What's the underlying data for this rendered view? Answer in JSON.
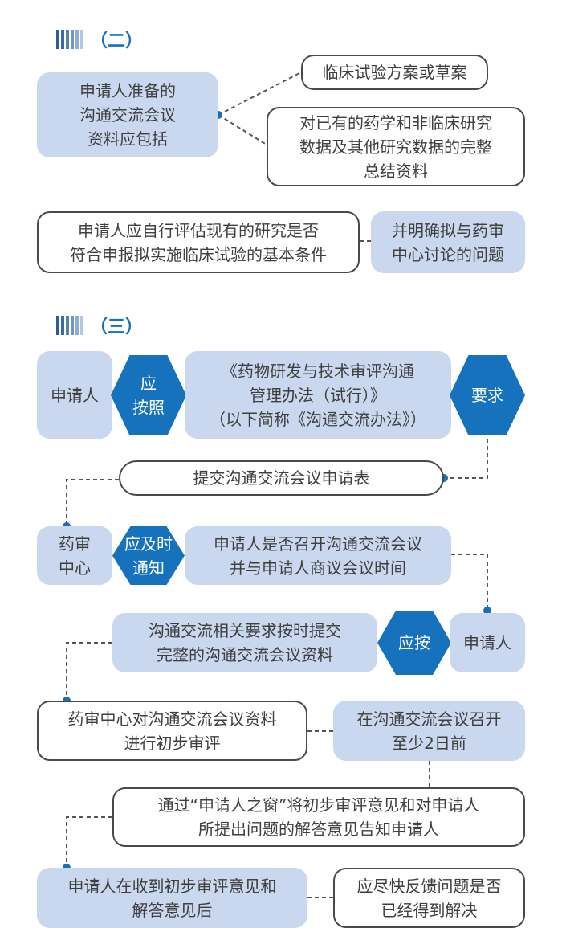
{
  "section2": {
    "title": "（二）",
    "main": [
      "申请人准备的",
      "沟通交流会议",
      "资料应包括"
    ],
    "item1": [
      "临床试验方案或草案"
    ],
    "item2": [
      "对已有的药学和非临床研究",
      "数据及其他研究数据的完整",
      "总结资料"
    ],
    "assess": [
      "申请人应自行评估现有的研究是否",
      "符合申报拟实施临床试验的基本条件"
    ],
    "discuss": [
      "并明确拟与药审",
      "中心讨论的问题"
    ]
  },
  "section3": {
    "title": "（三）",
    "applicant1": [
      "申请人"
    ],
    "hex1": [
      "应",
      "按照"
    ],
    "rules": [
      "《药物研发与技术审评沟通",
      "管理办法（试行）》",
      "（以下简称《沟通交流办法》）"
    ],
    "hex2": [
      "要求"
    ],
    "submit": [
      "提交沟通交流会议申请表"
    ],
    "center": [
      "药审",
      "中心"
    ],
    "hex3": [
      "应及时",
      "通知"
    ],
    "notify": [
      "申请人是否召开沟通交流会议",
      "并与申请人商议会议时间"
    ],
    "materials": [
      "沟通交流相关要求按时提交",
      "完整的沟通交流会议资料"
    ],
    "hex4": [
      "应按"
    ],
    "applicant2": [
      "申请人"
    ],
    "review": [
      "药审中心对沟通交流会议资料",
      "进行初步审评"
    ],
    "timing": [
      "在沟通交流会议召开",
      "至少2日前"
    ],
    "inform": [
      "通过“申请人之窗”将初步审评意见和对申请人",
      "所提出问题的解答意见告知申请人"
    ],
    "receive": [
      "申请人在收到初步审评意见和",
      "解答意见后"
    ],
    "feedback": [
      "应尽快反馈问题是否",
      "已经得到解决"
    ]
  },
  "colors": {
    "light": "#c9d8ee",
    "accent": "#1672bd"
  }
}
